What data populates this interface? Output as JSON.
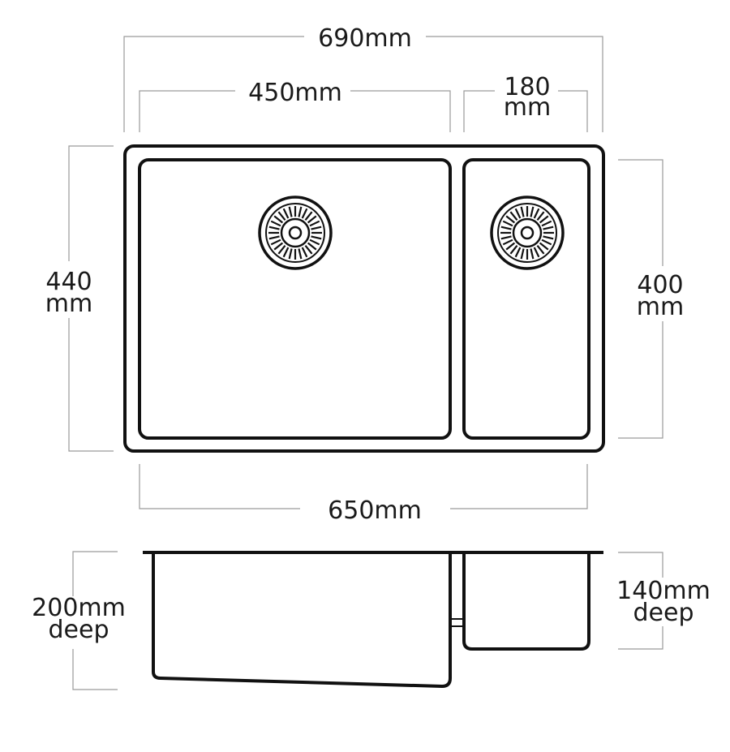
{
  "labels": {
    "overall_width": "690mm",
    "main_bowl_width": "450mm",
    "small_bowl_width_value": "180",
    "small_bowl_width_unit": "mm",
    "overall_depth_value": "440",
    "overall_depth_unit": "mm",
    "small_bowl_depth_value": "400",
    "small_bowl_depth_unit": "mm",
    "base_width": "650mm",
    "main_bowl_deep_value": "200mm",
    "main_bowl_deep_unit": "deep",
    "small_bowl_deep_value": "140mm",
    "small_bowl_deep_unit": "deep"
  }
}
